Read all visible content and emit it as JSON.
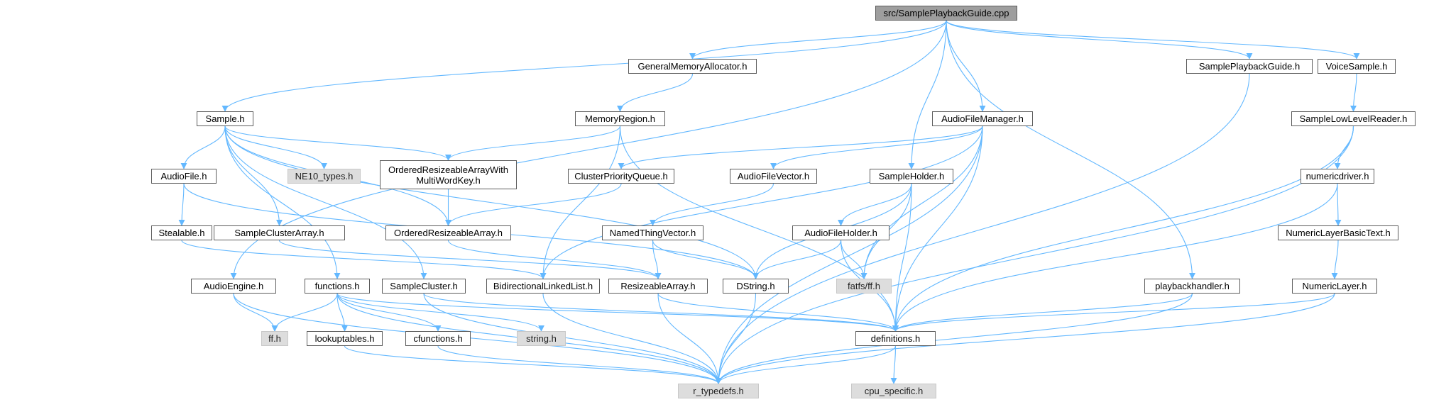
{
  "edge_color": "#63b8ff",
  "root_fill": "#9e9e9e",
  "external_fill": "#dddddd",
  "nodes": {
    "root": "src/SamplePlaybackGuide.cpp",
    "general_memory_allocator": "GeneralMemoryAllocator.h",
    "sample_playback_guide_h": "SamplePlaybackGuide.h",
    "voice_sample": "VoiceSample.h",
    "sample": "Sample.h",
    "memory_region": "MemoryRegion.h",
    "audio_file_manager": "AudioFileManager.h",
    "sample_low_level_reader": "SampleLowLevelReader.h",
    "audio_file": "AudioFile.h",
    "ne10_types": "NE10_types.h",
    "ordered_resizeable_array_mwk": "OrderedResizeableArrayWith\nMultiWordKey.h",
    "cluster_priority_queue": "ClusterPriorityQueue.h",
    "audio_file_vector": "AudioFileVector.h",
    "sample_holder": "SampleHolder.h",
    "numericdriver": "numericdriver.h",
    "stealable": "Stealable.h",
    "sample_cluster_array": "SampleClusterArray.h",
    "ordered_resizeable_array": "OrderedResizeableArray.h",
    "named_thing_vector": "NamedThingVector.h",
    "audio_file_holder": "AudioFileHolder.h",
    "numeric_layer_basic_text": "NumericLayerBasicText.h",
    "audio_engine": "AudioEngine.h",
    "functions": "functions.h",
    "sample_cluster": "SampleCluster.h",
    "bidirectional_linked_list": "BidirectionalLinkedList.h",
    "resizeable_array": "ResizeableArray.h",
    "dstring": "DString.h",
    "fatfs_ff": "fatfs/ff.h",
    "playbackhandler": "playbackhandler.h",
    "numeric_layer": "NumericLayer.h",
    "ff": "ff.h",
    "lookuptables": "lookuptables.h",
    "cfunctions": "cfunctions.h",
    "string": "string.h",
    "definitions": "definitions.h",
    "r_typedefs": "r_typedefs.h",
    "cpu_specific": "cpu_specific.h"
  },
  "edges": [
    [
      "root",
      "general_memory_allocator"
    ],
    [
      "root",
      "sample_playback_guide_h"
    ],
    [
      "root",
      "voice_sample"
    ],
    [
      "root",
      "sample"
    ],
    [
      "root",
      "audio_file_manager"
    ],
    [
      "root",
      "sample_holder"
    ],
    [
      "root",
      "audio_engine"
    ],
    [
      "root",
      "playbackhandler"
    ],
    [
      "general_memory_allocator",
      "memory_region"
    ],
    [
      "memory_region",
      "ordered_resizeable_array_mwk"
    ],
    [
      "memory_region",
      "bidirectional_linked_list"
    ],
    [
      "memory_region",
      "definitions"
    ],
    [
      "ordered_resizeable_array_mwk",
      "ordered_resizeable_array"
    ],
    [
      "ordered_resizeable_array",
      "resizeable_array"
    ],
    [
      "sample",
      "audio_file"
    ],
    [
      "sample",
      "ne10_types"
    ],
    [
      "sample",
      "ordered_resizeable_array_mwk"
    ],
    [
      "sample",
      "ordered_resizeable_array"
    ],
    [
      "sample",
      "sample_cluster_array"
    ],
    [
      "sample",
      "dstring"
    ],
    [
      "sample",
      "functions"
    ],
    [
      "sample",
      "sample_cluster"
    ],
    [
      "audio_file",
      "stealable"
    ],
    [
      "audio_file",
      "dstring"
    ],
    [
      "stealable",
      "bidirectional_linked_list"
    ],
    [
      "sample_cluster_array",
      "resizeable_array"
    ],
    [
      "audio_file_manager",
      "cluster_priority_queue"
    ],
    [
      "audio_file_manager",
      "audio_file_vector"
    ],
    [
      "audio_file_manager",
      "bidirectional_linked_list"
    ],
    [
      "audio_file_manager",
      "fatfs_ff"
    ],
    [
      "audio_file_manager",
      "definitions"
    ],
    [
      "audio_file_manager",
      "r_typedefs"
    ],
    [
      "cluster_priority_queue",
      "ordered_resizeable_array"
    ],
    [
      "audio_file_vector",
      "named_thing_vector"
    ],
    [
      "named_thing_vector",
      "resizeable_array"
    ],
    [
      "named_thing_vector",
      "dstring"
    ],
    [
      "sample_holder",
      "audio_file_holder"
    ],
    [
      "sample_holder",
      "fatfs_ff"
    ],
    [
      "sample_holder",
      "dstring"
    ],
    [
      "sample_holder",
      "definitions"
    ],
    [
      "audio_file_holder",
      "dstring"
    ],
    [
      "audio_file_holder",
      "fatfs_ff"
    ],
    [
      "audio_file_holder",
      "definitions"
    ],
    [
      "voice_sample",
      "sample_low_level_reader"
    ],
    [
      "sample_low_level_reader",
      "numericdriver"
    ],
    [
      "sample_low_level_reader",
      "definitions"
    ],
    [
      "sample_low_level_reader",
      "r_typedefs"
    ],
    [
      "numericdriver",
      "numeric_layer_basic_text"
    ],
    [
      "numericdriver",
      "definitions"
    ],
    [
      "numeric_layer_basic_text",
      "numeric_layer"
    ],
    [
      "numeric_layer",
      "definitions"
    ],
    [
      "numeric_layer",
      "r_typedefs"
    ],
    [
      "sample_playback_guide_h",
      "r_typedefs"
    ],
    [
      "playbackhandler",
      "definitions"
    ],
    [
      "playbackhandler",
      "r_typedefs"
    ],
    [
      "audio_engine",
      "ff"
    ],
    [
      "audio_engine",
      "r_typedefs"
    ],
    [
      "functions",
      "ff"
    ],
    [
      "functions",
      "lookuptables"
    ],
    [
      "functions",
      "cfunctions"
    ],
    [
      "functions",
      "string"
    ],
    [
      "functions",
      "definitions"
    ],
    [
      "functions",
      "r_typedefs"
    ],
    [
      "sample_cluster",
      "definitions"
    ],
    [
      "sample_cluster",
      "r_typedefs"
    ],
    [
      "bidirectional_linked_list",
      "r_typedefs"
    ],
    [
      "resizeable_array",
      "definitions"
    ],
    [
      "resizeable_array",
      "r_typedefs"
    ],
    [
      "dstring",
      "r_typedefs"
    ],
    [
      "lookuptables",
      "r_typedefs"
    ],
    [
      "cfunctions",
      "r_typedefs"
    ],
    [
      "definitions",
      "r_typedefs"
    ],
    [
      "definitions",
      "cpu_specific"
    ]
  ]
}
